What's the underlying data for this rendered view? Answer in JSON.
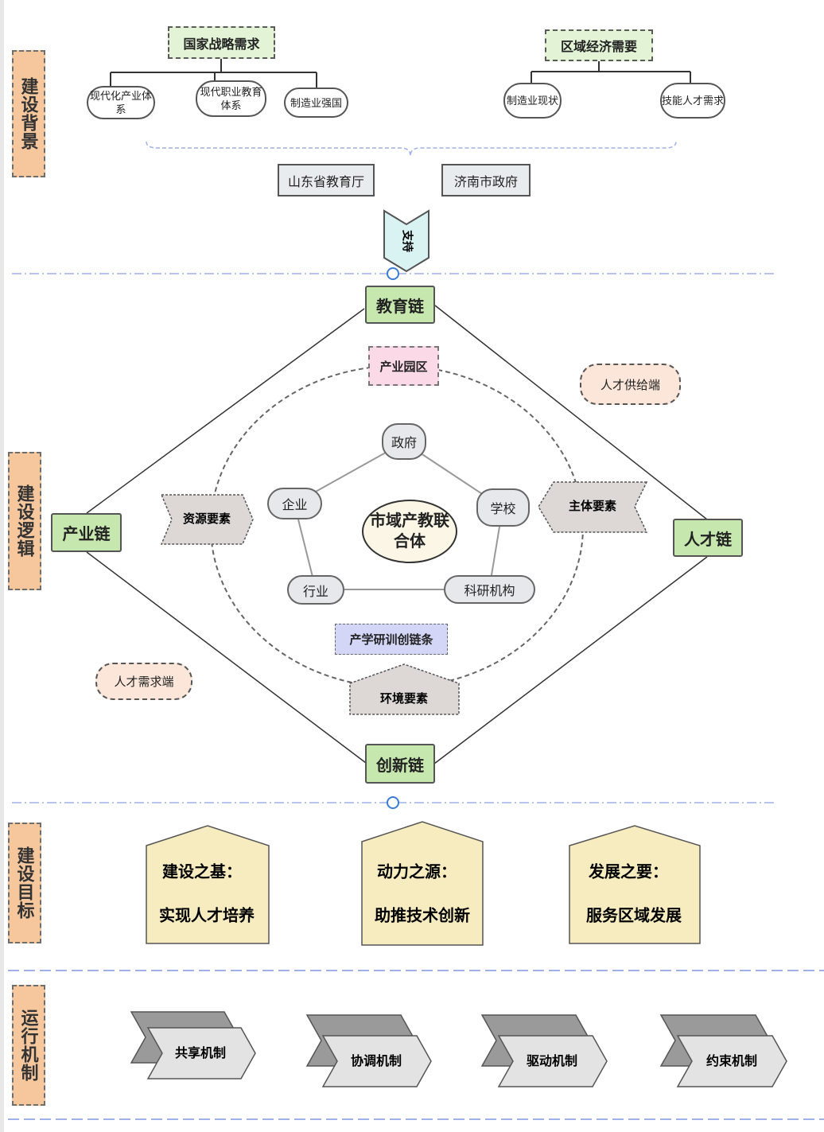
{
  "sections": {
    "background": "建设背景",
    "logic": "建设逻辑",
    "goals": "建设目标",
    "mechanism": "运行机制"
  },
  "background": {
    "national": {
      "title": "国家战略需求",
      "items": [
        "现代化产业体系",
        "现代职业教育体系",
        "制造业强国"
      ]
    },
    "regional": {
      "title": "区域经济需要",
      "items": [
        "制造业现状",
        "技能人才需求"
      ]
    },
    "agencies": [
      "山东省教育厅",
      "济南市政府"
    ],
    "support": "支持"
  },
  "logic": {
    "chains": {
      "education": "教育链",
      "industry": "产业链",
      "talent": "人才链",
      "innovation": "创新链"
    },
    "park": "产业园区",
    "center": "市域产教联合体",
    "nodes": [
      "政府",
      "学校",
      "科研机构",
      "行业",
      "企业"
    ],
    "resource": "资源要素",
    "subject": "主体要素",
    "environment": "环境要素",
    "collab_chain": "产学研训创链条",
    "supply_side": "人才供给端",
    "demand_side": "人才需求端"
  },
  "goals": [
    {
      "title": "建设之基：",
      "subtitle": "实现人才培养"
    },
    {
      "title": "动力之源：",
      "subtitle": "助推技术创新"
    },
    {
      "title": "发展之要：",
      "subtitle": "服务区域发展"
    }
  ],
  "mechanisms": [
    "共享机制",
    "协调机制",
    "驱动机制",
    "约束机制"
  ],
  "colors": {
    "side_label": "#f6c79c",
    "header_green": "#e2f3d6",
    "chain_green": "#c6e7ae",
    "park_pink": "#fbd9e6",
    "collab_purple": "#d3d6f7",
    "goal_yellow": "#f7ecbf",
    "soft_peach": "#fbe6d9",
    "support_cyan": "#d9f2f2",
    "divider_blue": "#9fb1e8",
    "element_gray": "#ddd8d6"
  }
}
